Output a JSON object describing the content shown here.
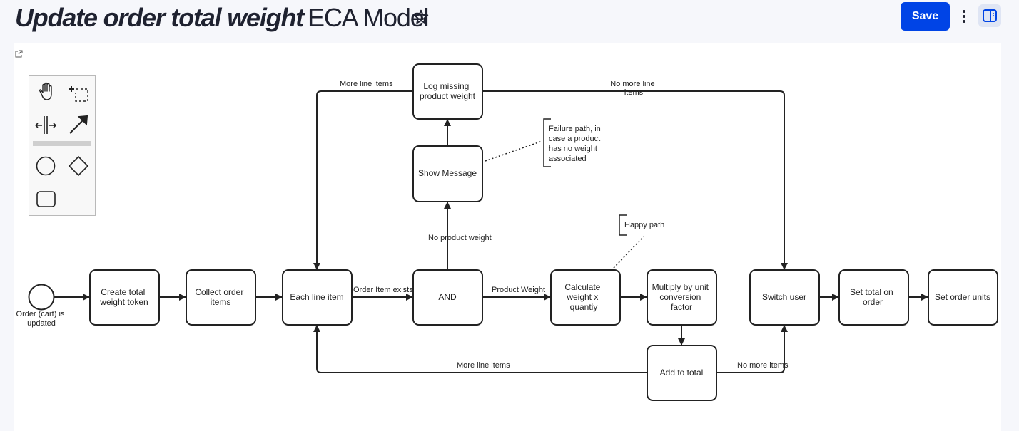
{
  "header": {
    "title_label": "Update order total weight",
    "title_suffix": "ECA Model",
    "save_label": "Save"
  },
  "icons": {
    "favorite": "star-outline-icon",
    "more": "vertical-dots-icon",
    "panel_toggle": "side-panel-icon",
    "open_external": "open-external-icon"
  },
  "colors": {
    "primary": "#0044e6",
    "panel_toggle_bg": "#dfe5f4",
    "canvas": "#ffffff"
  },
  "palette": {
    "tools": [
      "hand-tool-icon",
      "lasso-tool-icon",
      "space-tool-icon",
      "global-connect-tool-icon",
      "start-event-icon",
      "gateway-icon",
      "task-icon"
    ]
  },
  "diagram": {
    "start_event": {
      "label": [
        "Order (cart) is",
        "updated"
      ]
    },
    "tasks": [
      {
        "id": "create-total-weight-token",
        "lines": [
          "Create total",
          "weight token"
        ]
      },
      {
        "id": "collect-order-items",
        "lines": [
          "Collect order",
          "items"
        ]
      },
      {
        "id": "each-line-item",
        "lines": [
          "Each line item"
        ]
      },
      {
        "id": "and",
        "lines": [
          "AND"
        ]
      },
      {
        "id": "show-message",
        "lines": [
          "Show Message"
        ]
      },
      {
        "id": "log-missing-product-weight",
        "lines": [
          "Log missing",
          "product weight"
        ]
      },
      {
        "id": "calculate-weight",
        "lines": [
          "Calculate",
          "weight x",
          "quantiy"
        ]
      },
      {
        "id": "multiply-by-unit-conversion",
        "lines": [
          "Multiply by unit",
          "conversion",
          "factor"
        ]
      },
      {
        "id": "add-to-total",
        "lines": [
          "Add to total"
        ]
      },
      {
        "id": "switch-user",
        "lines": [
          "Switch user"
        ]
      },
      {
        "id": "set-total-on-order",
        "lines": [
          "Set total on",
          "order"
        ]
      },
      {
        "id": "set-order-units",
        "lines": [
          "Set order units"
        ]
      }
    ],
    "edge_labels": {
      "more_line_items_top": "More line items",
      "no_more_line_items_top": [
        "No more line",
        "items"
      ],
      "order_item_exists": "Order Item exists",
      "no_product_weight": "No product weight",
      "product_weight": "Product Weight",
      "more_line_items_bottom": "More line items",
      "no_more_items": "No more items"
    },
    "annotations": {
      "failure_path": [
        "Failure path, in",
        "case a product",
        "has no weight",
        "associated"
      ],
      "happy_path": "Happy path"
    }
  }
}
